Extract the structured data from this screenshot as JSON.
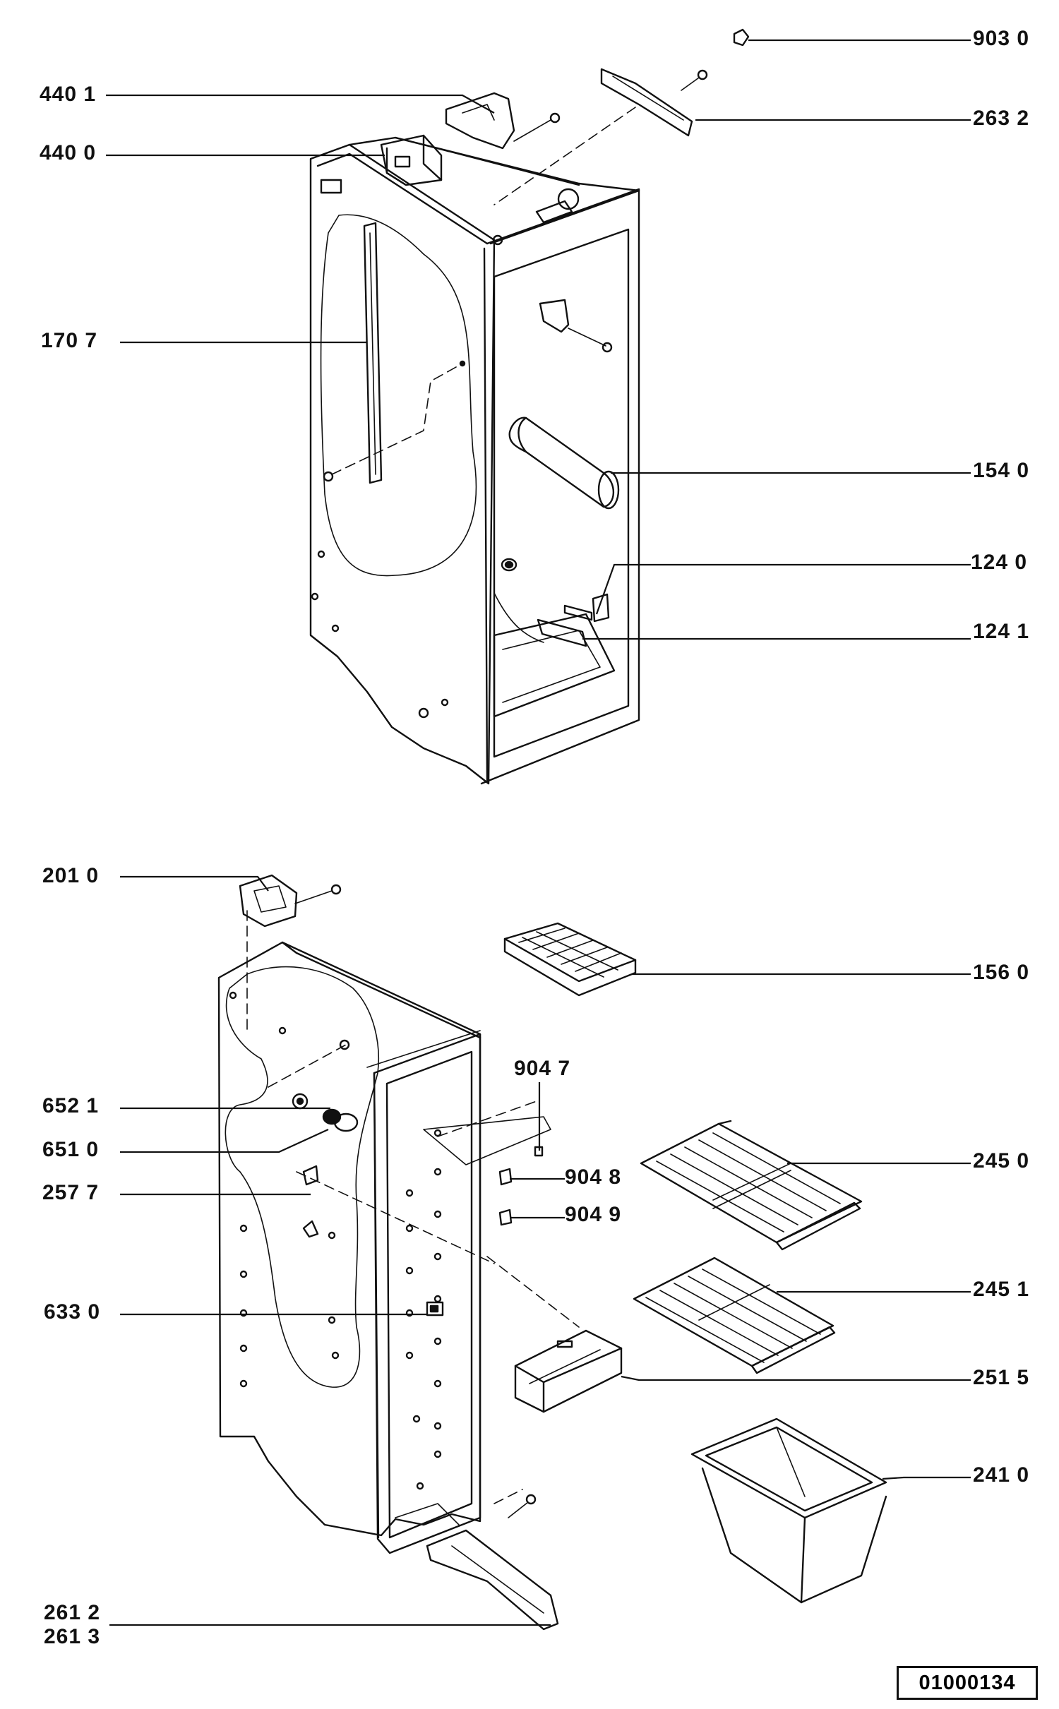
{
  "labels": {
    "p9030": "903 0",
    "p2632": "263 2",
    "p4401": "440 1",
    "p4400": "440 0",
    "p1707": "170 7",
    "p1540": "154 0",
    "p1240": "124 0",
    "p1241": "124 1",
    "p2010": "201 0",
    "p1560": "156 0",
    "p9047": "904 7",
    "p6521": "652 1",
    "p6510": "651 0",
    "p9048": "904 8",
    "p2450": "245 0",
    "p2577": "257 7",
    "p9049": "904 9",
    "p2451": "245 1",
    "p6330": "633 0",
    "p2515": "251 5",
    "p2410": "241 0",
    "p2612": "261 2",
    "p2613": "261 3"
  },
  "diagram_code": "01000134"
}
